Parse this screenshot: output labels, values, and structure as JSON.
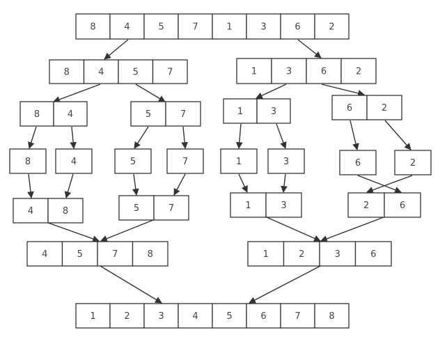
{
  "diagram": {
    "stroke_color": "#333333",
    "text_color": "#444444",
    "arrays": [
      {
        "id": "root",
        "values": [
          "8",
          "4",
          "5",
          "7",
          "1",
          "3",
          "6",
          "2"
        ]
      },
      {
        "id": "L",
        "values": [
          "8",
          "4",
          "5",
          "7"
        ]
      },
      {
        "id": "R",
        "values": [
          "1",
          "3",
          "6",
          "2"
        ]
      },
      {
        "id": "LL",
        "values": [
          "8",
          "4"
        ]
      },
      {
        "id": "LR",
        "values": [
          "5",
          "7"
        ]
      },
      {
        "id": "RL",
        "values": [
          "1",
          "3"
        ]
      },
      {
        "id": "RR",
        "values": [
          "6",
          "2"
        ]
      },
      {
        "id": "s8",
        "values": [
          "8"
        ]
      },
      {
        "id": "s4",
        "values": [
          "4"
        ]
      },
      {
        "id": "s5",
        "values": [
          "5"
        ]
      },
      {
        "id": "s7",
        "values": [
          "7"
        ]
      },
      {
        "id": "s1",
        "values": [
          "1"
        ]
      },
      {
        "id": "s3",
        "values": [
          "3"
        ]
      },
      {
        "id": "s6",
        "values": [
          "6"
        ]
      },
      {
        "id": "s2",
        "values": [
          "2"
        ]
      },
      {
        "id": "mLL",
        "values": [
          "4",
          "8"
        ]
      },
      {
        "id": "mLR",
        "values": [
          "5",
          "7"
        ]
      },
      {
        "id": "mRL",
        "values": [
          "1",
          "3"
        ]
      },
      {
        "id": "mRR",
        "values": [
          "2",
          "6"
        ]
      },
      {
        "id": "mL",
        "values": [
          "4",
          "5",
          "7",
          "8"
        ]
      },
      {
        "id": "mR",
        "values": [
          "1",
          "2",
          "3",
          "6"
        ]
      },
      {
        "id": "final",
        "values": [
          "1",
          "2",
          "3",
          "4",
          "5",
          "6",
          "7",
          "8"
        ]
      }
    ],
    "edges": [
      {
        "from": "root",
        "to": "L"
      },
      {
        "from": "root",
        "to": "R"
      },
      {
        "from": "L",
        "to": "LL"
      },
      {
        "from": "L",
        "to": "LR"
      },
      {
        "from": "R",
        "to": "RL"
      },
      {
        "from": "R",
        "to": "RR"
      },
      {
        "from": "LL",
        "to": "s8"
      },
      {
        "from": "LL",
        "to": "s4"
      },
      {
        "from": "LR",
        "to": "s5"
      },
      {
        "from": "LR",
        "to": "s7"
      },
      {
        "from": "RL",
        "to": "s1"
      },
      {
        "from": "RL",
        "to": "s3"
      },
      {
        "from": "RR",
        "to": "s6"
      },
      {
        "from": "RR",
        "to": "s2"
      },
      {
        "from": "s8",
        "to": "mLL"
      },
      {
        "from": "s4",
        "to": "mLL"
      },
      {
        "from": "s5",
        "to": "mLR"
      },
      {
        "from": "s7",
        "to": "mLR"
      },
      {
        "from": "s1",
        "to": "mRL"
      },
      {
        "from": "s3",
        "to": "mRL"
      },
      {
        "from": "s6",
        "to": "mRR"
      },
      {
        "from": "s2",
        "to": "mRR"
      },
      {
        "from": "mLL",
        "to": "mL"
      },
      {
        "from": "mLR",
        "to": "mL"
      },
      {
        "from": "mRL",
        "to": "mR"
      },
      {
        "from": "mRR",
        "to": "mR"
      },
      {
        "from": "mL",
        "to": "final"
      },
      {
        "from": "mR",
        "to": "final"
      }
    ]
  }
}
